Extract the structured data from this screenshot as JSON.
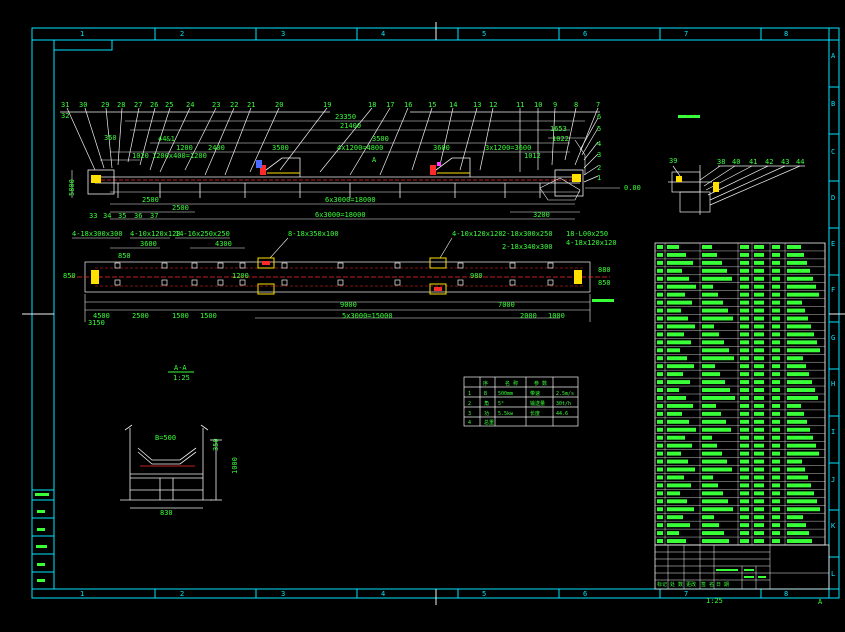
{
  "frame": {
    "top_zones": [
      "1",
      "2",
      "3",
      "4",
      "5",
      "6",
      "7",
      "8"
    ],
    "bottom_zones": [
      "1",
      "2",
      "3",
      "4",
      "5",
      "6",
      "7",
      "8"
    ],
    "side_zones": [
      "A",
      "B",
      "C",
      "D",
      "E",
      "F",
      "G",
      "H",
      "I",
      "J",
      "K",
      "L"
    ]
  },
  "main_view": {
    "balloons_top": [
      "31",
      "30",
      "29",
      "28",
      "27",
      "26",
      "25",
      "24",
      "23",
      "22",
      "21",
      "20",
      "19",
      "18",
      "17",
      "16",
      "15",
      "14",
      "13",
      "12",
      "11",
      "10",
      "9",
      "8",
      "7"
    ],
    "balloons_left": [
      "32"
    ],
    "balloons_right": [
      "6",
      "5",
      "4",
      "3",
      "2",
      "1"
    ],
    "balloons_bottom": [
      "33",
      "34",
      "35",
      "36",
      "37"
    ],
    "dims_top": [
      "23350",
      "21400",
      "44&1",
      "3500",
      "4x1200=4800",
      "3500",
      "3600",
      "3x1200=3600",
      "1653",
      "1022",
      "350",
      "1020",
      "1200",
      "1200x400=1200",
      "2400",
      "1012"
    ],
    "dims_bottom": [
      "2500",
      "2500",
      "6x3000=18000",
      "3200",
      "6x3000=18000"
    ],
    "height_dim": "5800",
    "level_mark": "0.00",
    "section_mark": "A"
  },
  "plan_view": {
    "callouts": [
      "4-18x300x300",
      "4-10x120x120",
      "14-16x250x250",
      "8-18x350x100",
      "4-10x120x120",
      "2-18x300x250",
      "2-18x340x300",
      "18-L00x250",
      "4-18x120x120"
    ],
    "dims_top": [
      "3600",
      "850",
      "4300"
    ],
    "dims_bottom": [
      "4500",
      "3150",
      "2500",
      "1500",
      "1500",
      "9000",
      "7000",
      "2000",
      "1000",
      "5x3000=15000"
    ],
    "side_dims": [
      "850",
      "1200",
      "980",
      "880",
      "850"
    ]
  },
  "section_view": {
    "title": "A-A",
    "scale": "1:25",
    "belt_label": "B=500",
    "height_dim": "1000",
    "side_dim": "350",
    "width_dim": "830"
  },
  "detail_view": {
    "balloons": [
      "39",
      "38",
      "40",
      "41",
      "42",
      "43",
      "44"
    ]
  },
  "tech_table": {
    "headers": [
      "序",
      "名 称",
      "参 数"
    ],
    "rows": [
      [
        "1",
        "B",
        "500mm",
        "带速",
        "2.5m/s"
      ],
      [
        "2",
        "角",
        "5°",
        "输送量",
        "30t/h"
      ],
      [
        "3",
        "功",
        "5.5kw",
        "长度",
        "44.6"
      ],
      [
        "4",
        "总重",
        "",
        "",
        ""
      ]
    ]
  },
  "parts_list": {
    "row_count": 38
  },
  "revision_block": {
    "labels": [
      "标记",
      "处 数",
      "更改",
      "签 名",
      "日 期"
    ]
  },
  "bottom_scale": "1:25",
  "corner_mark": "A"
}
